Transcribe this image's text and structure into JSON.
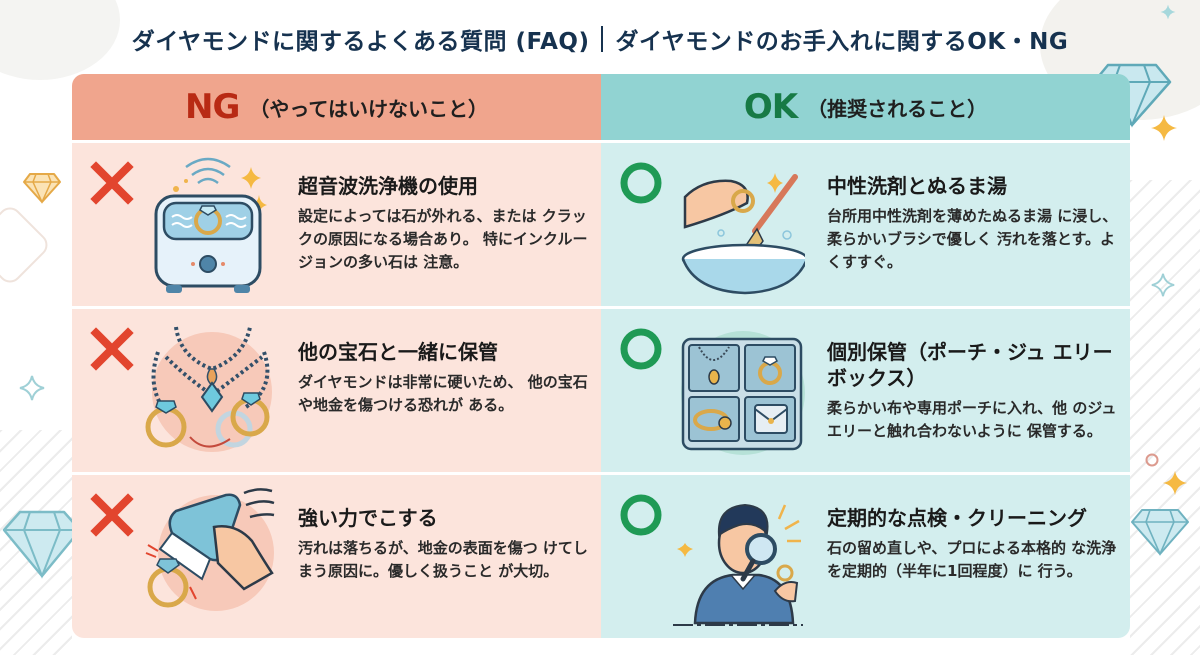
{
  "header": {
    "title_left": "ダイヤモンドに関するよくある質問 (FAQ)",
    "title_right": "ダイヤモンドのお手入れに関するOK・NG"
  },
  "colors": {
    "ng_header_bg": "#f0a58d",
    "ng_panel_bg": "#fce4dc",
    "ng_accent": "#b82a14",
    "ng_cross": "#e2452e",
    "ok_header_bg": "#91d3d2",
    "ok_panel_bg": "#d3eeee",
    "ok_accent": "#177a45",
    "ok_circle": "#1f9a55",
    "title_text": "#16324f"
  },
  "ng": {
    "label": "NG",
    "subtitle": "（やってはいけないこと）",
    "mark_icon": "red-cross-icon",
    "items": [
      {
        "illustration": "ultrasonic-cleaner-icon",
        "heading": "超音波洗浄機の使用",
        "body": "設定によっては石が外れる、または クラックの原因になる場合あり。 特にインクルージョンの多い石は 注意。"
      },
      {
        "illustration": "tangled-jewelry-icon",
        "heading": "他の宝石と一緒に保管",
        "body": "ダイヤモンドは非常に硬いため、 他の宝石や地金を傷つける恐れが ある。"
      },
      {
        "illustration": "hard-brush-scrubbing-icon",
        "heading": "強い力でこする",
        "body": "汚れは落ちるが、地金の表面を傷つ けてしまう原因に。優しく扱うこと が大切。"
      }
    ]
  },
  "ok": {
    "label": "OK",
    "subtitle": "（推奨されること）",
    "mark_icon": "green-circle-icon",
    "items": [
      {
        "illustration": "washing-bowl-brush-icon",
        "heading": "中性洗剤とぬるま湯",
        "body": "台所用中性洗剤を薄めたぬるま湯 に浸し、柔らかいブラシで優しく 汚れを落とす。よくすすぐ。"
      },
      {
        "illustration": "jewelry-box-icon",
        "heading": "個別保管（ポーチ・ジュ エリーボックス）",
        "body": "柔らかい布や専用ポーチに入れ、他 のジュエリーと触れ合わないように 保管する。"
      },
      {
        "illustration": "inspection-magnifier-icon",
        "heading": "定期的な点検・クリーニング",
        "body": "石の留め直しや、プロによる本格的 な洗浄を定期的（半年に1回程度）に 行う。"
      }
    ]
  }
}
